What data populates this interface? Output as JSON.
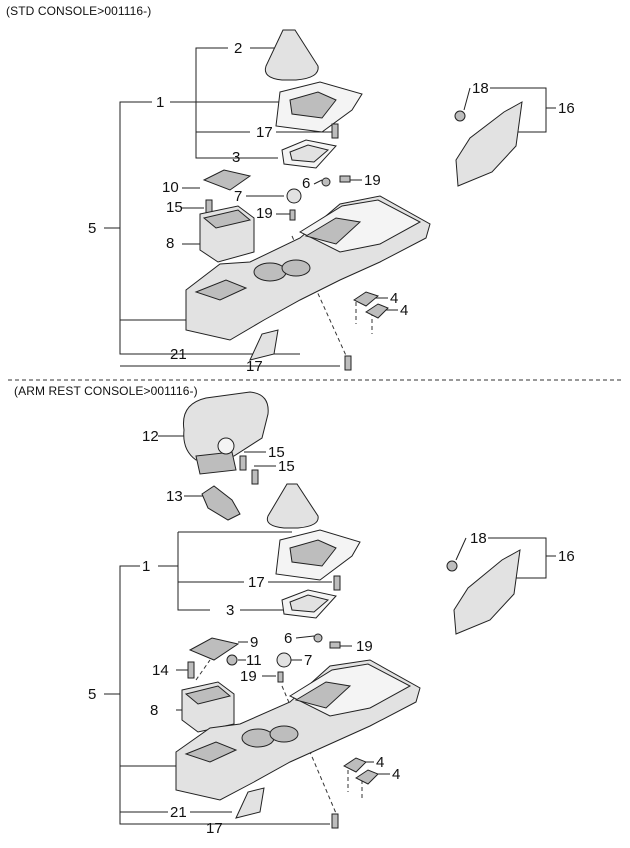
{
  "sections": {
    "std_header": "(STD CONSOLE>001116-)",
    "arm_header": "(ARM REST CONSOLE>001116-)"
  },
  "std_callouts": {
    "c1": "1",
    "c2": "2",
    "c3": "3",
    "c4a": "4",
    "c4b": "4",
    "c5": "5",
    "c6": "6",
    "c7": "7",
    "c8": "8",
    "c10": "10",
    "c15": "15",
    "c16": "16",
    "c17a": "17",
    "c17b": "17",
    "c18": "18",
    "c19a": "19",
    "c19b": "19",
    "c21": "21"
  },
  "arm_callouts": {
    "c1": "1",
    "c3": "3",
    "c4a": "4",
    "c4b": "4",
    "c5": "5",
    "c6": "6",
    "c7": "7",
    "c8": "8",
    "c9": "9",
    "c11": "11",
    "c12": "12",
    "c13": "13",
    "c14": "14",
    "c15a": "15",
    "c15b": "15",
    "c16": "16",
    "c17a": "17",
    "c17b": "17",
    "c18": "18",
    "c19a": "19",
    "c19b": "19",
    "c21": "21"
  }
}
